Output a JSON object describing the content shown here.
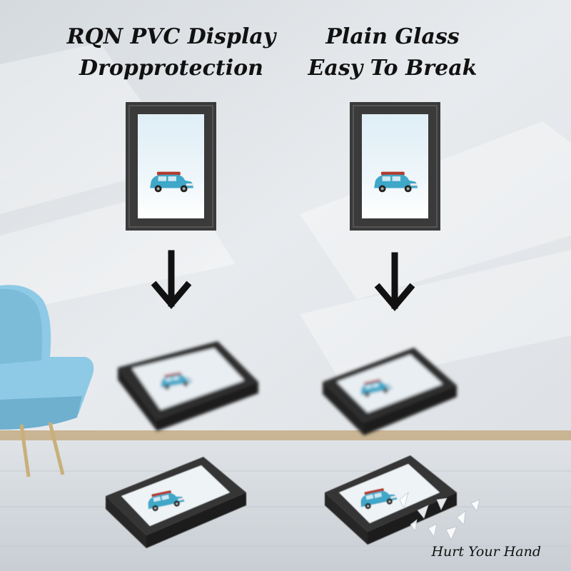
{
  "left": {
    "title_line1": "RQN PVC Display",
    "title_line2": "Dropprotection"
  },
  "right": {
    "title_line1": "Plain Glass",
    "title_line2": "Easy To Break"
  },
  "caption": "Hurt Your Hand",
  "colors": {
    "wall": "#e2e6ea",
    "floor": "#d6dbe0",
    "baseboard": "#c9b493",
    "frame": "#3a3a3a",
    "car": "#3fa7c8",
    "chair": "#8ecae6",
    "text": "#111111"
  },
  "icons": {
    "arrow": "arrow-down-icon",
    "chair": "armchair-icon",
    "car": "car-icon",
    "shatter": "glass-shards-icon"
  }
}
